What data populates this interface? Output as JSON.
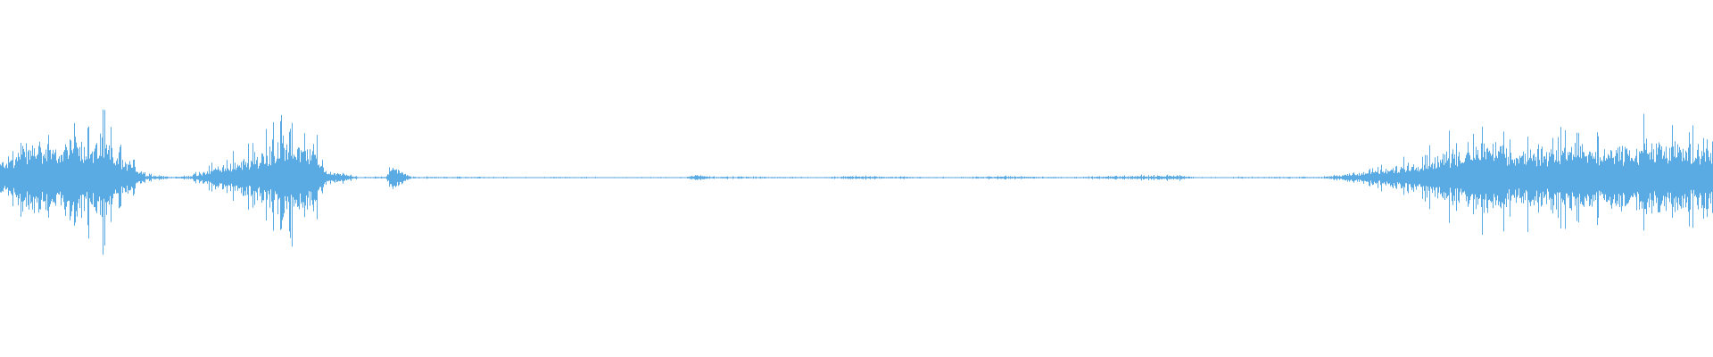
{
  "waveform": {
    "color": "#5aaae3",
    "background": "#ffffff",
    "envelope": [
      [
        0.0,
        0.18
      ],
      [
        0.01,
        0.28
      ],
      [
        0.02,
        0.42
      ],
      [
        0.03,
        0.3
      ],
      [
        0.045,
        0.48
      ],
      [
        0.055,
        0.34
      ],
      [
        0.06,
        0.53
      ],
      [
        0.068,
        0.22
      ],
      [
        0.075,
        0.18
      ],
      [
        0.085,
        0.03
      ],
      [
        0.1,
        0.01
      ],
      [
        0.11,
        0.015
      ],
      [
        0.118,
        0.06
      ],
      [
        0.125,
        0.12
      ],
      [
        0.14,
        0.18
      ],
      [
        0.15,
        0.26
      ],
      [
        0.16,
        0.38
      ],
      [
        0.17,
        0.47
      ],
      [
        0.178,
        0.34
      ],
      [
        0.183,
        0.36
      ],
      [
        0.19,
        0.08
      ],
      [
        0.2,
        0.04
      ],
      [
        0.21,
        0.005
      ],
      [
        0.225,
        0.01
      ],
      [
        0.229,
        0.13
      ],
      [
        0.24,
        0.01
      ],
      [
        0.3,
        0.005
      ],
      [
        0.4,
        0.005
      ],
      [
        0.405,
        0.03
      ],
      [
        0.415,
        0.01
      ],
      [
        0.48,
        0.005
      ],
      [
        0.496,
        0.015
      ],
      [
        0.56,
        0.005
      ],
      [
        0.586,
        0.015
      ],
      [
        0.62,
        0.005
      ],
      [
        0.685,
        0.025
      ],
      [
        0.7,
        0.005
      ],
      [
        0.77,
        0.008
      ],
      [
        0.78,
        0.02
      ],
      [
        0.795,
        0.05
      ],
      [
        0.81,
        0.1
      ],
      [
        0.83,
        0.18
      ],
      [
        0.85,
        0.31
      ],
      [
        0.87,
        0.48
      ],
      [
        0.88,
        0.31
      ],
      [
        0.9,
        0.34
      ],
      [
        0.92,
        0.37
      ],
      [
        0.94,
        0.32
      ],
      [
        0.96,
        0.4
      ],
      [
        0.98,
        0.36
      ],
      [
        1.0,
        0.38
      ]
    ]
  }
}
